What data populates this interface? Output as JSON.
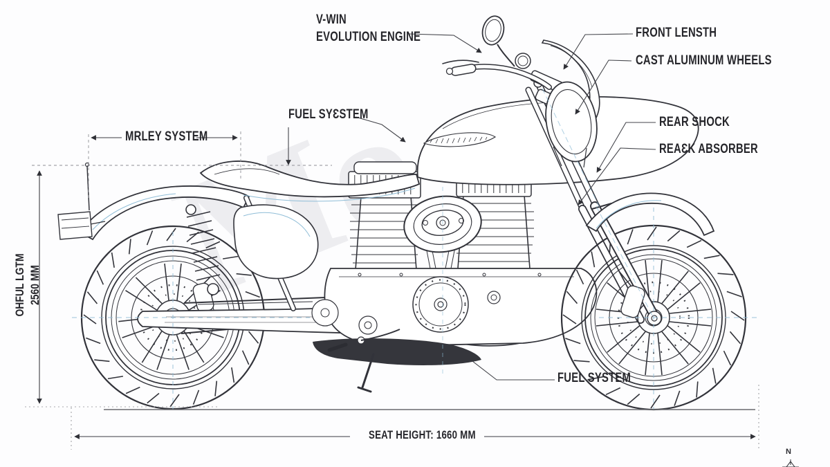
{
  "colors": {
    "ink": "#32333a",
    "accent_blue": "#8fbdd7",
    "dim_line": "#3c3c42",
    "ground": "#6a6a6e",
    "watermark": "#ededf0",
    "background": "#fdfdfe"
  },
  "callouts": {
    "v_twin_engine": {
      "line1": "V-WIN",
      "line2": "EVOLUTION ENGINE"
    },
    "front_length": "FRONT LENSTH",
    "cast_aluminum_wheels": "CAST ALUMINUM WHEELS",
    "fuel_system_top": "FUEL SYƐSTEM",
    "airley_system": "MRLEY SYSTEM",
    "rear_shock": "REAR SHOCK",
    "shock_absorber": "REAƐK ABSORBER",
    "fuel_system_bottom": "FUEL SYSTEM"
  },
  "dimensions": {
    "seat_height": "SEAT HEIGHT: 1660 MM",
    "overall_length": {
      "label": "OHFUL LGTM",
      "value": "2560 MM"
    }
  },
  "compass": {
    "north": "N"
  },
  "watermark": {
    "text": "Mo"
  }
}
